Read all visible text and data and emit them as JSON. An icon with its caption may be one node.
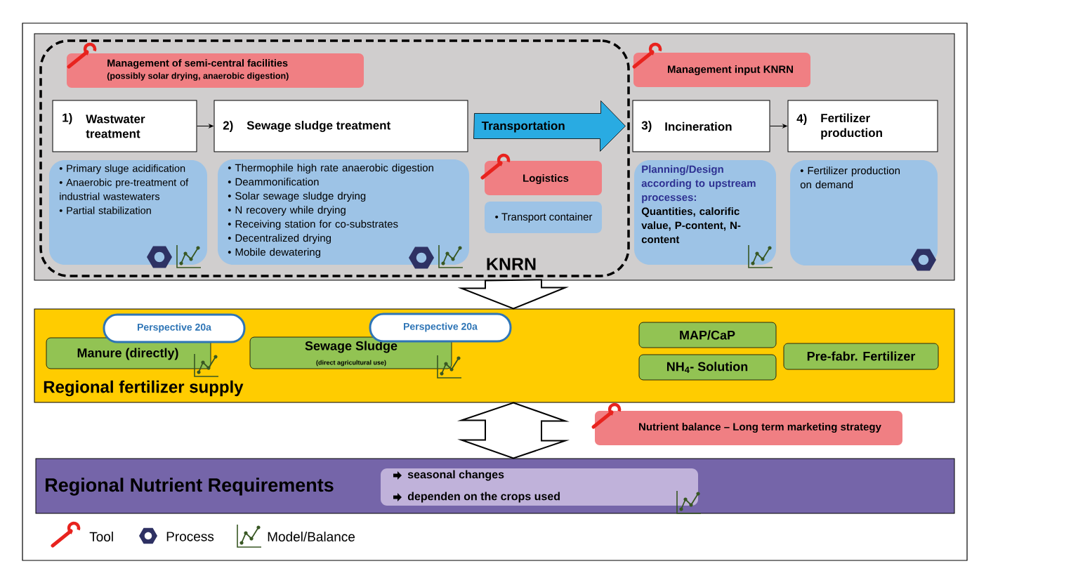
{
  "diagram": {
    "nodes": [
      {
        "text": [],
        "shape": "box"
      },
      {
        "text": [
          "KNRN"
        ],
        "in": 0
      },
      {
        "text": [
          "Management of semi-central facilities",
          "(possibly solar drying, anaerobic digestion)"
        ],
        "in": 1
      },
      {
        "text": [
          "1)",
          "Wastwater treatment"
        ],
        "in": 1
      },
      {
        "text": [
          "2)",
          "Sewage sludge treatment"
        ],
        "in": 1
      },
      {
        "text": [
          "• Primary sluge acidification",
          "• Anaerobic pre-treatment of industrial wastewaters",
          "• Partial stabilization"
        ],
        "in": 1
      },
      {
        "text": [
          "• Thermophile high rate anaerobic digestion",
          "• Deammonification",
          "• Solar sewage sludge drying",
          "• N recovery while drying",
          "• Receiving station for co-substrates",
          "• Decentralized drying",
          "• Mobile dewatering"
        ],
        "in": 1
      },
      {
        "text": [
          "Logistics"
        ],
        "in": 1
      },
      {
        "text": [
          "• Transport container"
        ],
        "in": 1
      },
      {
        "text": [
          "Management input KNRN"
        ],
        "in": 0
      },
      {
        "text": [
          "3)",
          "Incineration"
        ],
        "in": 0
      },
      {
        "text": [
          "4)",
          "Fertilizer production"
        ],
        "in": 0
      },
      {
        "text": [
          "Planning/Design according to upstream processes:",
          "Quantities, calorific value, P-content, N-content"
        ],
        "in": 0
      },
      {
        "text": [
          "• Fertilizer production on demand"
        ],
        "in": 0
      },
      {
        "text": [
          "Regional fertilizer supply"
        ]
      },
      {
        "text": [
          "Manure (directly)"
        ],
        "in": 14
      },
      {
        "text": [
          "Perspective 20a"
        ],
        "in": 14
      },
      {
        "text": [
          "Sewage Sludge",
          "(direct agricultural use)"
        ],
        "in": 14
      },
      {
        "text": [
          "Perspective 20a"
        ],
        "in": 14
      },
      {
        "text": [
          "MAP/CaP"
        ],
        "in": 14
      },
      {
        "text": [
          "NH$_{4}$- Solution"
        ],
        "in": 14
      },
      {
        "text": [
          "Pre-fabr. Fertilizer"
        ],
        "in": 14
      },
      {
        "text": [
          "Nutrient balance – Long term marketing strategy"
        ]
      },
      {
        "text": [
          "Regional Nutrient Requirements"
        ]
      },
      {
        "text": [
          "seasonal changes",
          "dependen on the crops used"
        ],
        "in": 23
      }
    ],
    "edges": [
      {
        "from": 3,
        "to": 4,
        "arrow": "to"
      },
      {
        "from": 10,
        "to": 11,
        "arrow": "to"
      },
      {
        "from": 0,
        "to": 14,
        "arrow": "to"
      },
      {
        "from": 14,
        "to": 23,
        "arrow": "both"
      },
      {
        "from": 4,
        "to": 10,
        "arrow": "to",
        "label": "Transportation"
      }
    ],
    "legend": [
      {
        "text": "Tool"
      },
      {
        "text": "Process"
      },
      {
        "text": "Model/Balance"
      }
    ]
  }
}
